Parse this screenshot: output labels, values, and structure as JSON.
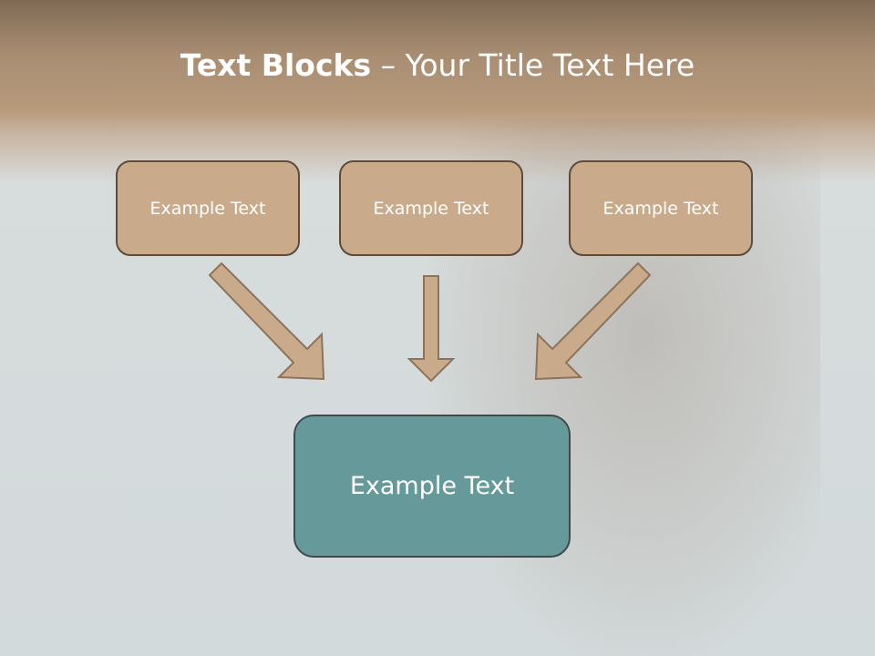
{
  "slide": {
    "title_bold": "Text Blocks",
    "title_separator": " – ",
    "title_rest": "Your Title Text Here",
    "top_boxes": [
      {
        "text": "Example Text"
      },
      {
        "text": "Example Text"
      },
      {
        "text": "Example Text"
      }
    ],
    "main_box": {
      "text": "Example Text"
    }
  },
  "colors": {
    "header_brown": "#a88d72",
    "box_tan": "#c9ab8c",
    "box_teal": "#65999a",
    "background": "#d7dcdc"
  }
}
